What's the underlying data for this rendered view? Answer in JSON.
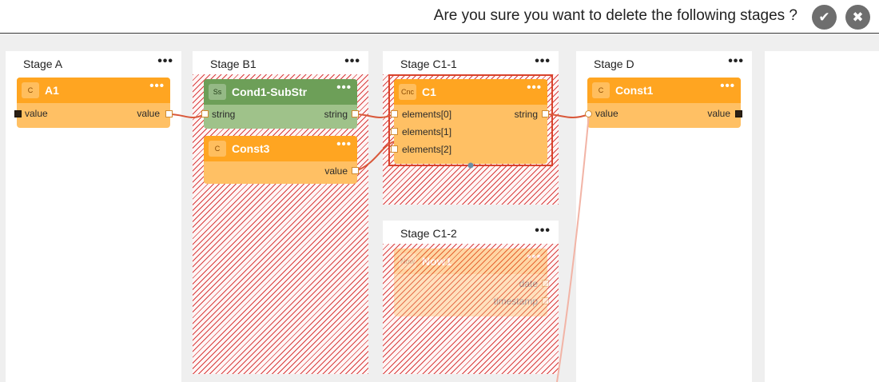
{
  "confirm": {
    "message": "Are you sure you want to delete the following stages ?",
    "confirm_icon": "✔",
    "cancel_icon": "✖"
  },
  "stage_menu_glyph": "•••",
  "stages": {
    "a": {
      "title": "Stage A"
    },
    "b1": {
      "title": "Stage B1"
    },
    "c11": {
      "title": "Stage C1-1"
    },
    "c12": {
      "title": "Stage C1-2"
    },
    "d": {
      "title": "Stage D"
    }
  },
  "nodes": {
    "a1": {
      "badge": "C",
      "title": "A1",
      "ports": {
        "in": "value",
        "out": "value"
      }
    },
    "cond1": {
      "badge": "Ss",
      "title": "Cond1-SubStr",
      "ports": {
        "in": "string",
        "out": "string"
      }
    },
    "const3": {
      "badge": "C",
      "title": "Const3",
      "ports": {
        "out": "value"
      }
    },
    "c1": {
      "badge": "Cnc",
      "title": "C1",
      "ports": {
        "in0": "elements[0]",
        "in1": "elements[1]",
        "in2": "elements[2]",
        "out": "string"
      }
    },
    "now1": {
      "badge": "Now",
      "title": "Now1",
      "ports": {
        "out1": "date",
        "out2": "timestamp"
      }
    },
    "const1": {
      "badge": "C",
      "title": "Const1",
      "ports": {
        "in": "value",
        "out": "value"
      }
    }
  },
  "colors": {
    "node_orange": "#ffa521",
    "node_green": "#6d9f58",
    "delete_hatch": "#d63434",
    "wire": "#d9583a"
  }
}
